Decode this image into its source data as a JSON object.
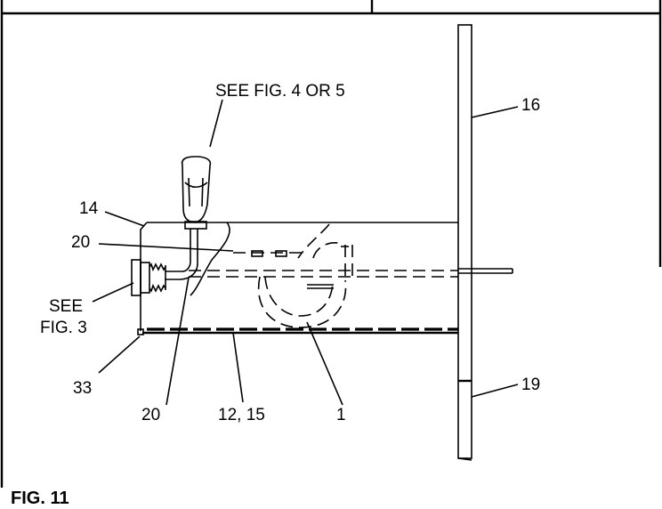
{
  "labels": {
    "see_fig_4_or_5": "SEE FIG. 4 OR 5",
    "part_16": "16",
    "part_14": "14",
    "part_20_upper": "20",
    "see_line1": "SEE",
    "see_line2": "FIG. 3",
    "part_33": "33",
    "part_20_lower": "20",
    "part_12_15": "12, 15",
    "part_1": "1",
    "part_19": "19"
  },
  "caption": "FIG. 11"
}
